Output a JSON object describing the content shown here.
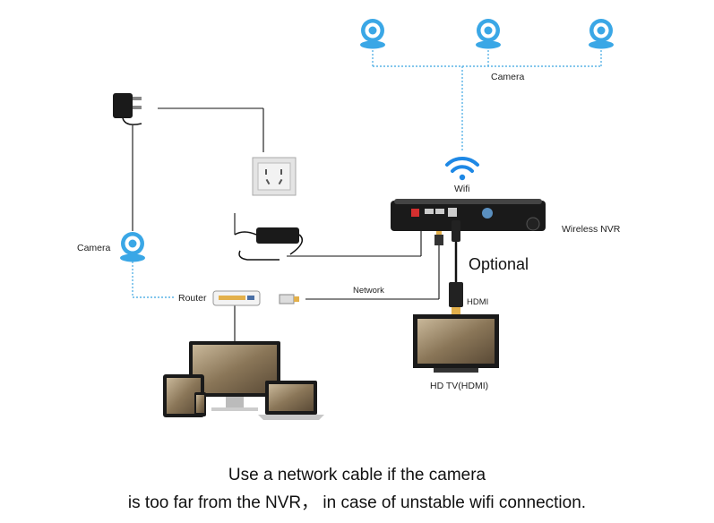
{
  "labels": {
    "camera_top": "Camera",
    "camera_left": "Camera",
    "wifi": "Wifi",
    "wireless_nvr": "Wireless NVR",
    "optional": "Optional",
    "router": "Router",
    "network": "Network",
    "hdmi": "HDMI",
    "hd_tv": "HD TV(HDMI)"
  },
  "caption": {
    "line1": "Use a network cable if the camera",
    "line2": "is too far from the NVR， in case of unstable wifi connection."
  },
  "colors": {
    "wifi_blue": "#1e88e5",
    "camera_blue": "#3aa7e6",
    "dotted_line": "#5ab4e6",
    "nvr_body": "#1a1a1a",
    "screen_dark": "#2a2a2a"
  },
  "icons": {
    "camera": "camera-icon",
    "wifi": "wifi-icon",
    "nvr": "nvr-device",
    "router": "router-device",
    "power_adapter": "power-adapter-icon",
    "wall_socket": "wall-socket-icon",
    "tv": "tv-icon",
    "computer": "computer-icon"
  }
}
